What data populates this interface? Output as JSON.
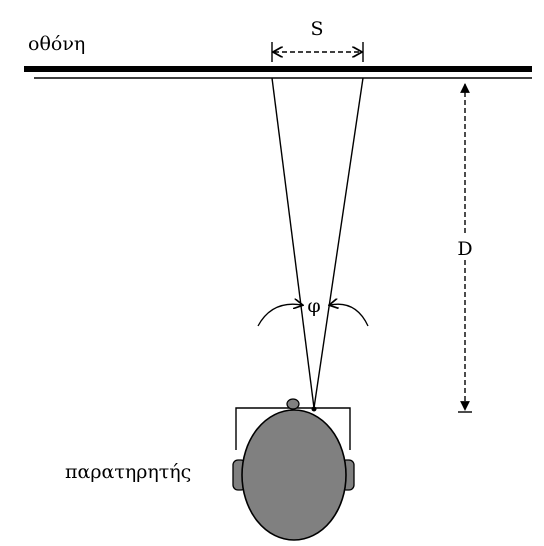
{
  "labels": {
    "screen": "οθόνη",
    "width": "S",
    "distance": "D",
    "angle": "φ",
    "observer": "παρατηρητής"
  },
  "colors": {
    "ink": "#000000",
    "head_fill": "#808080",
    "background": "#ffffff"
  }
}
